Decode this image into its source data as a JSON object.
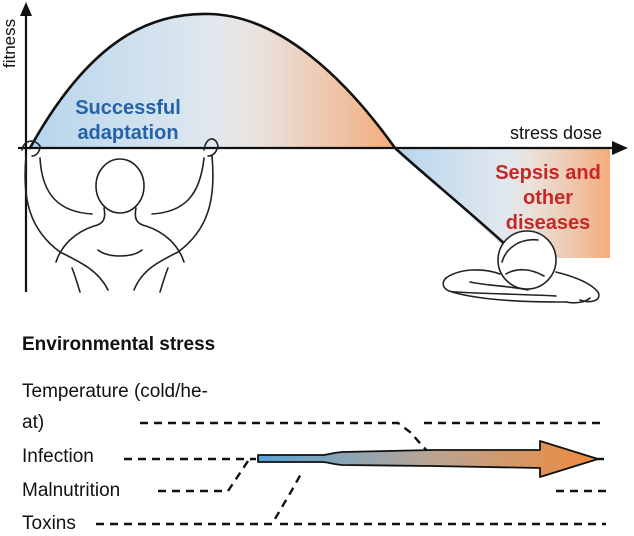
{
  "axes": {
    "y_label": "fitness",
    "x_label": "stress dose"
  },
  "regions": {
    "positive": {
      "line1": "Successful",
      "line2": "adaptation",
      "color": "#2563a8"
    },
    "negative": {
      "line1": "Sepsis and",
      "line2": "other",
      "line3": "diseases",
      "color": "#c62828"
    }
  },
  "colors": {
    "blue_fill": "#a9cdea",
    "orange_fill": "#f3a26c",
    "arrow_start": "#5aa2d6",
    "arrow_end": "#ef8a3c"
  },
  "figures": {
    "left": "arms-raised-person-icon",
    "right": "head-down-person-icon"
  },
  "environmental": {
    "title": "Environmental stress",
    "stressors": [
      {
        "line1": "Temperature (cold/he-",
        "line2": "at)"
      },
      {
        "line1": "Infection"
      },
      {
        "line1": "Malnutrition"
      },
      {
        "line1": "Toxins"
      }
    ]
  }
}
